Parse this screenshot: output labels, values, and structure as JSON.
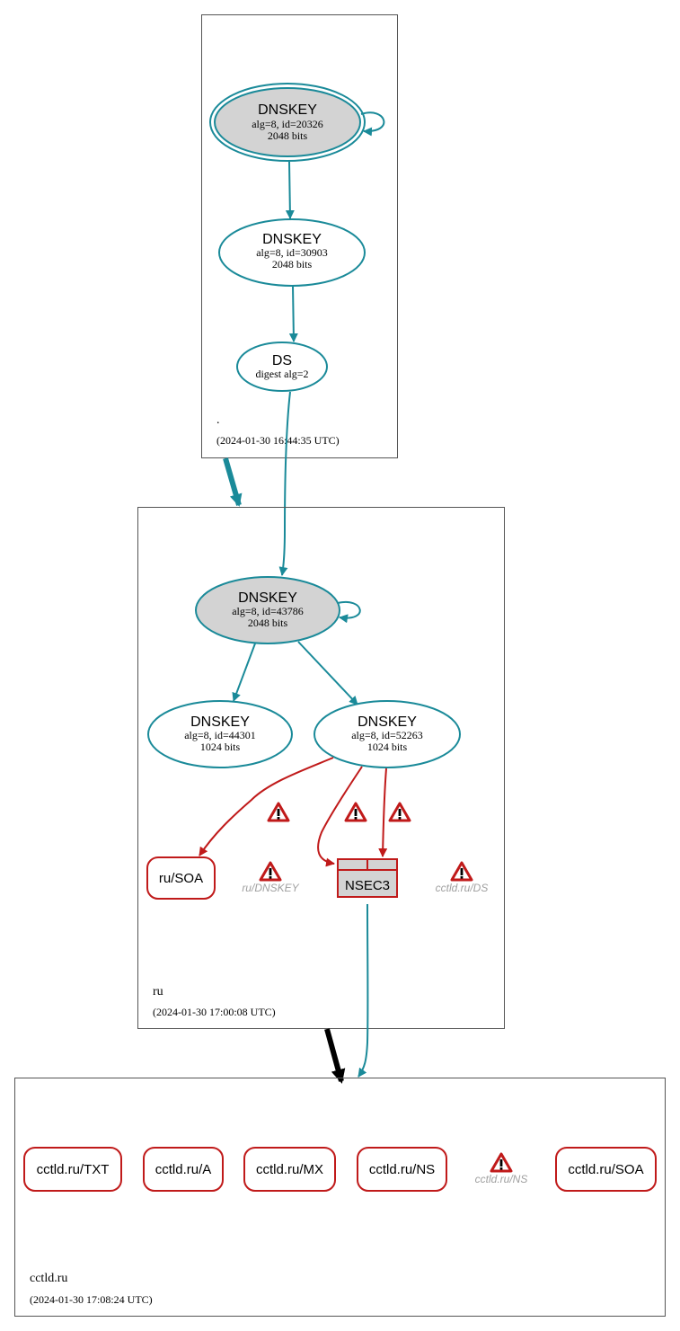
{
  "colors": {
    "teal": "#1a8a99",
    "red": "#c01a1a",
    "gray_fill": "#d3d3d3",
    "zone_border": "#555555",
    "black": "#000000",
    "muted_text": "#a0a0a0"
  },
  "zones": {
    "root": {
      "name": ".",
      "timestamp": "(2024-01-30 16:44:35 UTC)",
      "ksk": {
        "title": "DNSKEY",
        "line1": "alg=8, id=20326",
        "line2": "2048 bits"
      },
      "zsk": {
        "title": "DNSKEY",
        "line1": "alg=8, id=30903",
        "line2": "2048 bits"
      },
      "ds": {
        "title": "DS",
        "line1": "digest alg=2"
      }
    },
    "ru": {
      "name": "ru",
      "timestamp": "(2024-01-30 17:00:08 UTC)",
      "ksk": {
        "title": "DNSKEY",
        "line1": "alg=8, id=43786",
        "line2": "2048 bits"
      },
      "zsk_a": {
        "title": "DNSKEY",
        "line1": "alg=8, id=44301",
        "line2": "1024 bits"
      },
      "zsk_b": {
        "title": "DNSKEY",
        "line1": "alg=8, id=52263",
        "line2": "1024 bits"
      },
      "soa": "ru/SOA",
      "warn_dnskey": "ru/DNSKEY",
      "nsec3": "NSEC3",
      "warn_ds": "cctld.ru/DS"
    },
    "cctld": {
      "name": "cctld.ru",
      "timestamp": "(2024-01-30 17:08:24 UTC)",
      "records": [
        "cctld.ru/TXT",
        "cctld.ru/A",
        "cctld.ru/MX",
        "cctld.ru/NS",
        "cctld.ru/SOA"
      ],
      "warn_ns": "cctld.ru/NS"
    }
  },
  "icons": [
    "warning-icon"
  ]
}
